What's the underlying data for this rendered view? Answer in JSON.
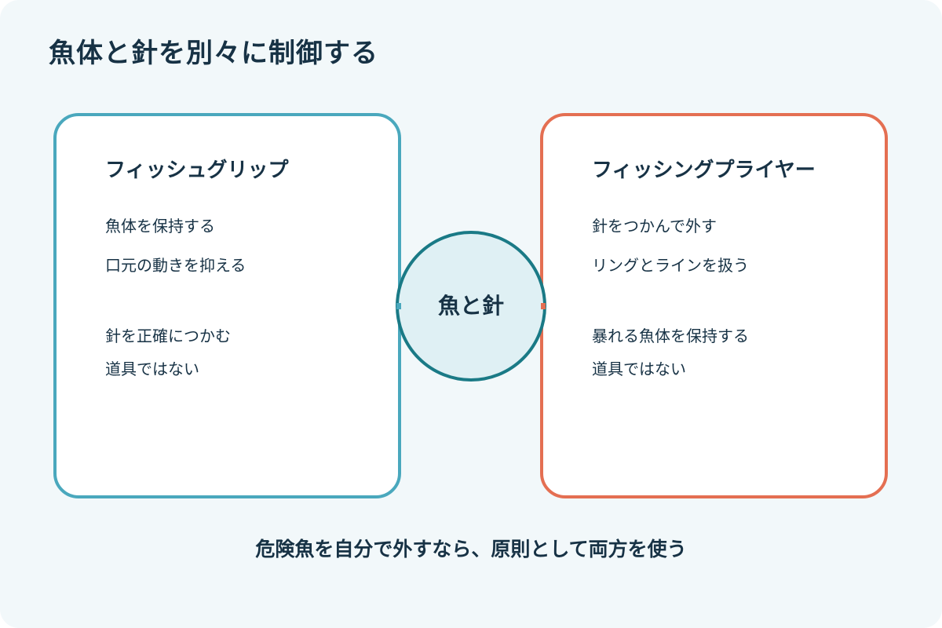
{
  "title": "魚体と針を別々に制御する",
  "left_card": {
    "title": "フィッシュグリップ",
    "lines": [
      "魚体を保持する",
      "口元の動きを抑える",
      "針を正確につかむ",
      "道具ではない"
    ],
    "accent": "#4aa8bd"
  },
  "right_card": {
    "title": "フィッシングプライヤー",
    "lines": [
      "針をつかんで外す",
      "リングとラインを扱う",
      "暴れる魚体を保持する",
      "道具ではない"
    ],
    "accent": "#e46f52"
  },
  "hub": {
    "label": "魚と針",
    "accent": "#1a7a86"
  },
  "footer": "危険魚を自分で外すなら、原則として両方を使う"
}
